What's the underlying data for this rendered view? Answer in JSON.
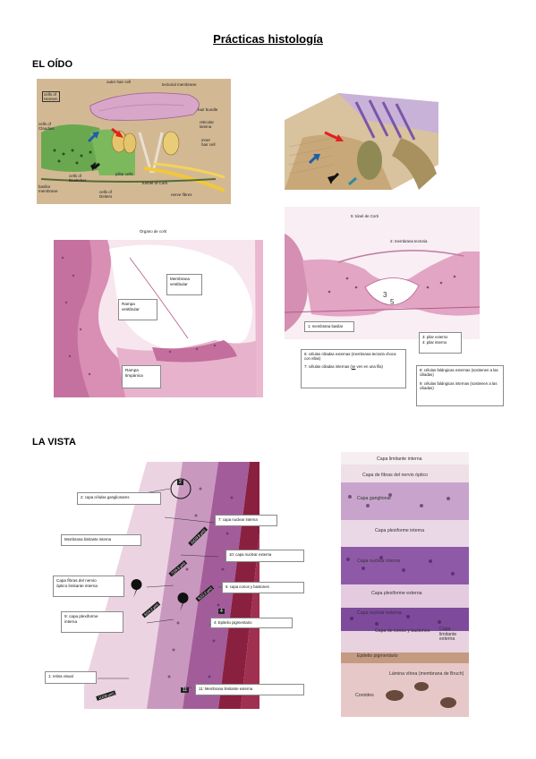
{
  "page": {
    "title": "Prácticas histología"
  },
  "sections": {
    "ear": "EL OÍDO",
    "eye": "LA VISTA"
  },
  "diagram1": {
    "labels": [
      "cells of\nHensen",
      "cells of\nClaudius",
      "outer hair cell",
      "tectorial membrane",
      "hair bundle",
      "reticular\nlamina",
      "inner\nhair cell",
      "basilar\nmembrane",
      "cells of\nBoettcher",
      "cells of\nDeiters",
      "pillar cells",
      "tunnel of Corti",
      "nerve fibres"
    ]
  },
  "micro1": {
    "caption": "Órgano de corti",
    "boxes": [
      "Membrana\nvestibular",
      "Rampa\nvestibular",
      "Rampa\ntimpánica"
    ]
  },
  "micro2": {
    "top_labels": [
      "5: túnel de Corti",
      "2: membrana tectoria"
    ],
    "digits": [
      "3",
      "5"
    ],
    "boxes": [
      "1: membrana basilar",
      "3: pilar externo",
      "4: pilar interno"
    ],
    "notes": {
      "left1": "6: células ciliadas externas (membrana tectoria choca con ellas)",
      "left2a": "7: células ciliadas internas (",
      "left2b": "se",
      "left2c": " ven en una fila)",
      "right1": "8: células falángicas externas (sostienen a las ciliadas)",
      "right2": "9: células falángicas internas (sostienen a las ciliadas)"
    }
  },
  "retina1": {
    "labels": [
      "2: capa células ganglionares",
      "7: capa nuclear interna",
      "Membrana limitante interna",
      "10: capa nuclear externa",
      "Capa fibras del nervio\nóptico limitante interna",
      "6: capa conos y bastones",
      "9: capa plexiforme\ninterna",
      "4: Epitelio pigmentario",
      "1: retina visual",
      "11: Membrana limitante externa"
    ],
    "markers": [
      "2",
      "3",
      "4",
      "11"
    ],
    "measurements": [
      "10(19.8 µm)",
      "7(16.9 µm)",
      "5(12.2 µm)",
      "6(14.2 µm)",
      "1(109 µm)"
    ]
  },
  "retina2": {
    "labels": [
      "Capa limitante interna",
      "Capa de fibras del nervio óptico",
      "Capa ganglionar",
      "Capa plexiforme interna",
      "Capa nuclear interna",
      "Capa plexiforme externa",
      "Capa nuclear externa",
      "Capa de conos\ny bastones",
      "Capa\nlimitante\nexterna",
      "Epitelio pigmentario",
      "Lámina vítrea\n(membrana de Bruch)",
      "Coroides"
    ]
  },
  "colors": {
    "he_pink": "#e8b4c8",
    "he_purple": "#7a3f82",
    "dark_red": "#8a2230"
  }
}
